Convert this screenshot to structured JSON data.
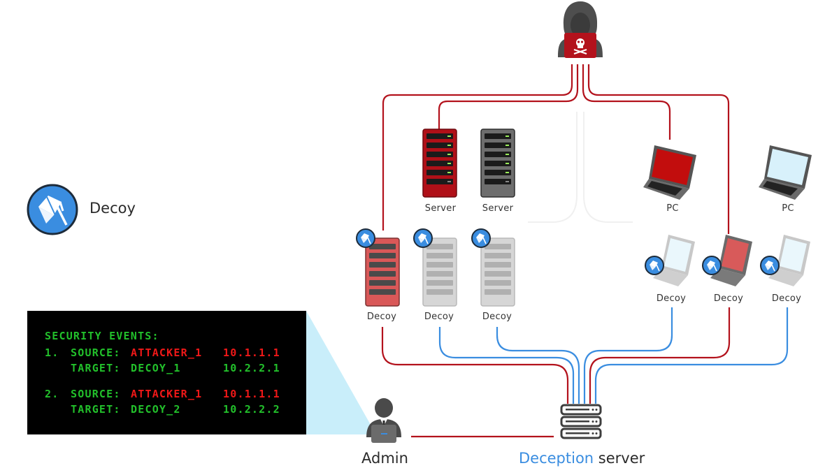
{
  "legend": {
    "icon": "decoy-icon",
    "label": "Decoy"
  },
  "colors": {
    "attack_red": "#b3121c",
    "blue_link": "#3a8de0",
    "console_green": "#22c02b",
    "console_red": "#f01818",
    "decoy_blue": "#3a8de0"
  },
  "attacker": {
    "icon": "hooded-attacker-icon",
    "screen_icon": "skull-crossbones-icon"
  },
  "nodes": {
    "real_servers": [
      {
        "label": "Server",
        "state": "compromised"
      },
      {
        "label": "Server",
        "state": "normal"
      }
    ],
    "real_pcs": [
      {
        "label": "PC",
        "state": "compromised"
      },
      {
        "label": "PC",
        "state": "normal"
      }
    ],
    "decoy_servers": [
      {
        "label": "Decoy",
        "state": "engaged"
      },
      {
        "label": "Decoy",
        "state": "idle"
      },
      {
        "label": "Decoy",
        "state": "idle"
      }
    ],
    "decoy_pcs": [
      {
        "label": "Decoy",
        "state": "idle"
      },
      {
        "label": "Decoy",
        "state": "engaged"
      },
      {
        "label": "Decoy",
        "state": "idle"
      }
    ]
  },
  "admin": {
    "label": "Admin"
  },
  "deception_server": {
    "label_accent": "Deception",
    "label_rest": " server"
  },
  "console": {
    "title": "SECURITY EVENTS:",
    "events": [
      {
        "num": "1.",
        "source_key": "SOURCE:",
        "source": "ATTACKER_1",
        "source_ip": "10.1.1.1",
        "target_key": "TARGET:",
        "target": "DECOY_1",
        "target_ip": "10.2.2.1"
      },
      {
        "num": "2.",
        "source_key": "SOURCE:",
        "source": "ATTACKER_1",
        "source_ip": "10.1.1.1",
        "target_key": "TARGET:",
        "target": "DECOY_2",
        "target_ip": "10.2.2.2"
      }
    ]
  }
}
